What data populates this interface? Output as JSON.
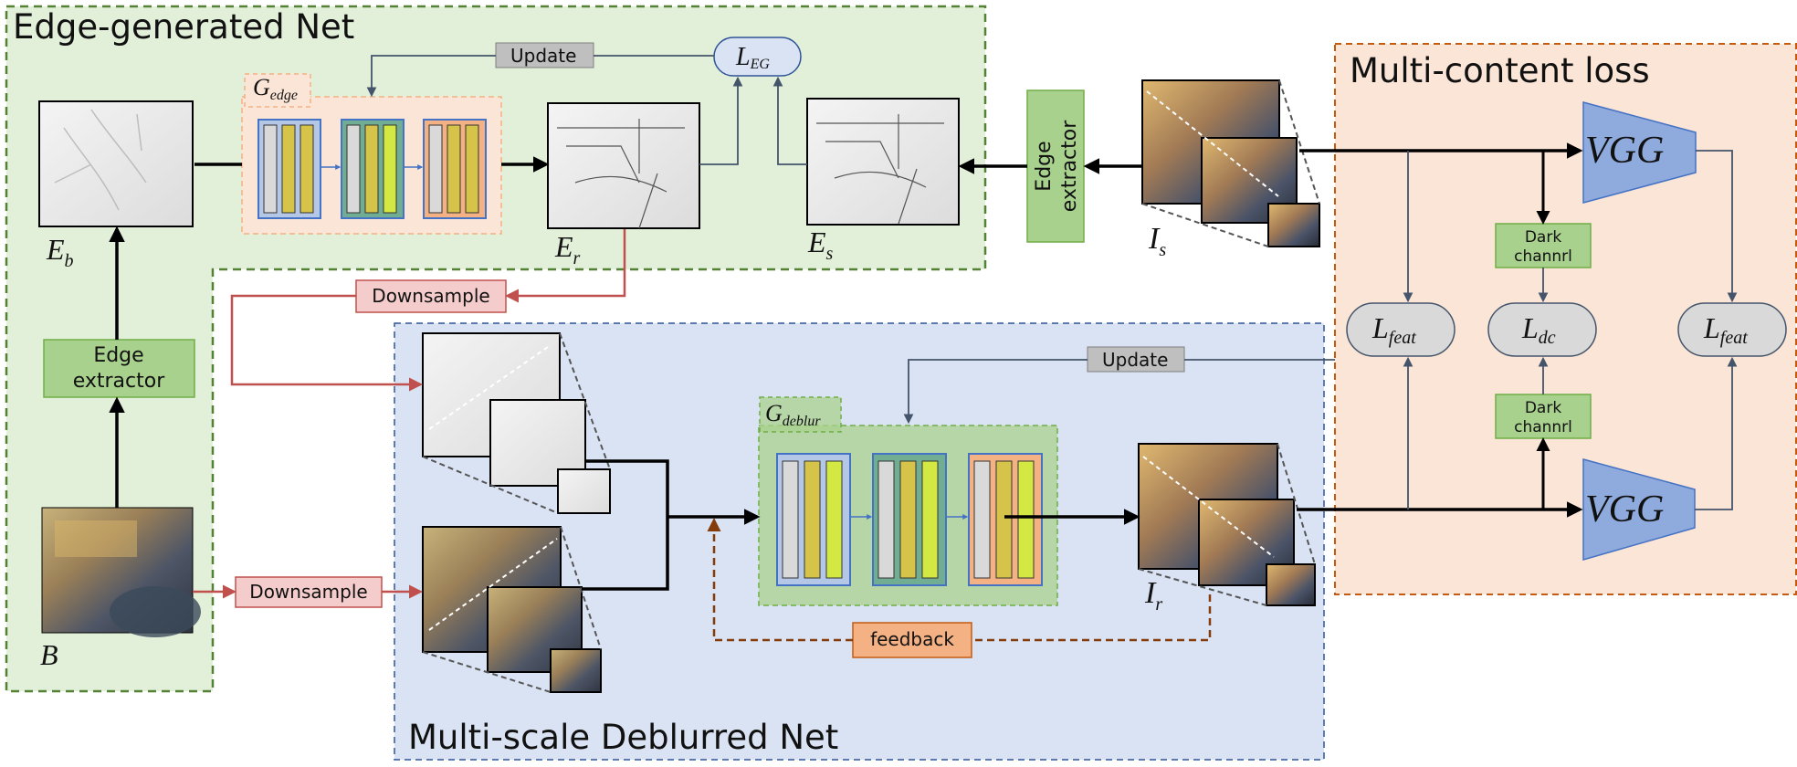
{
  "regions": {
    "edge_net": "Edge-generated Net",
    "loss": "Multi-content loss",
    "deblur_net": "Multi-scale Deblurred Net"
  },
  "buttons": {
    "update_top": "Update",
    "update_mid": "Update",
    "downsample_edge": "Downsample",
    "downsample_blur": "Downsample",
    "feedback": "feedback"
  },
  "extractors": {
    "left_line1": "Edge",
    "left_line2": "extractor",
    "right_line1": "Edge",
    "right_line2": "extractor"
  },
  "dark": {
    "top_line1": "Dark",
    "top_line2": "channrl",
    "bottom_line1": "Dark",
    "bottom_line2": "channrl"
  },
  "symbols": {
    "eb_main": "E",
    "eb_sub": "b",
    "er_main": "E",
    "er_sub": "r",
    "es_main": "E",
    "es_sub": "s",
    "is_main": "I",
    "is_sub": "s",
    "ir_main": "I",
    "ir_sub": "r",
    "b_main": "B",
    "gedge_main": "G",
    "gedge_sub": "edge",
    "gdeblur_main": "G",
    "gdeblur_sub": "deblur",
    "leg_main": "L",
    "leg_sub": "EG",
    "lfeat1_main": "L",
    "lfeat1_sub": "feat",
    "ldc_main": "L",
    "ldc_sub": "dc",
    "lfeat2_main": "L",
    "lfeat2_sub": "feat",
    "vgg_top": "VGG",
    "vgg_bottom": "VGG"
  },
  "colors": {
    "edge_bg": "#e2efd9",
    "edge_border": "#548235",
    "deblur_bg": "#dae3f3",
    "deblur_border": "#2f5597",
    "loss_bg": "#fbe5d6",
    "loss_border": "#c55a11",
    "green_box": "#a9d18e",
    "red_box": "#f4cccc",
    "orange_box": "#f4b183",
    "vgg": "#8faadc"
  }
}
